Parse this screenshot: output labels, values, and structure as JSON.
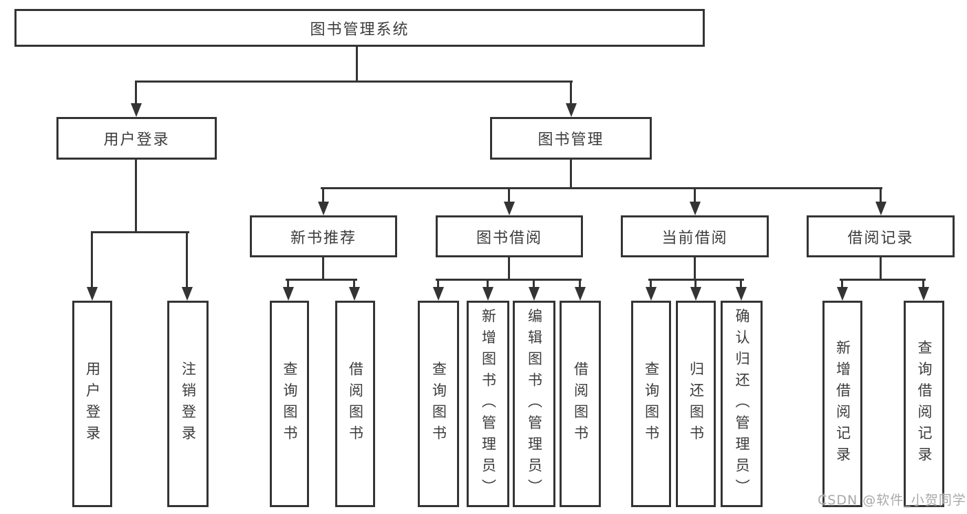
{
  "diagram": {
    "type": "hierarchy-tree",
    "tree": {
      "label": "图书管理系统",
      "children": [
        {
          "label": "用户登录",
          "children": [
            {
              "label": "用户登录"
            },
            {
              "label": "注销登录"
            }
          ]
        },
        {
          "label": "图书管理",
          "children": [
            {
              "label": "新书推荐",
              "children": [
                {
                  "label": "查询图书"
                },
                {
                  "label": "借阅图书"
                }
              ]
            },
            {
              "label": "图书借阅",
              "children": [
                {
                  "label": "查询图书"
                },
                {
                  "label": "新增图书（管理员）"
                },
                {
                  "label": "编辑图书（管理员）"
                },
                {
                  "label": "借阅图书"
                }
              ]
            },
            {
              "label": "当前借阅",
              "children": [
                {
                  "label": "查询图书"
                },
                {
                  "label": "归还图书"
                },
                {
                  "label": "确认归还（管理员）"
                }
              ]
            },
            {
              "label": "借阅记录",
              "children": [
                {
                  "label": "新增借阅记录"
                },
                {
                  "label": "查询借阅记录"
                }
              ]
            }
          ]
        }
      ]
    }
  },
  "watermark": {
    "text": "CSDN @软件_小贺同学"
  },
  "colors": {
    "line": "#343434",
    "box_border": "#343434",
    "text": "#3c3c3c",
    "watermark": "#a9a9a9",
    "background": "#ffffff"
  }
}
